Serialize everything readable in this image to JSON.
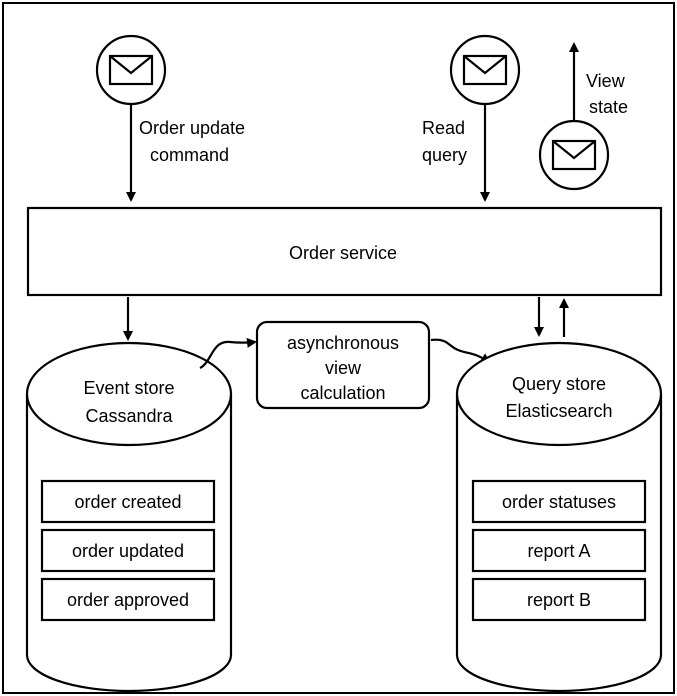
{
  "messages": {
    "command_label_line1": "Order update",
    "command_label_line2": "command",
    "query_label_line1": "Read",
    "query_label_line2": "query",
    "view_state_line1": "View",
    "view_state_line2": "state"
  },
  "service": {
    "label": "Order service"
  },
  "event_store": {
    "title_line1": "Event store",
    "title_line2": "Cassandra",
    "items": [
      "order created",
      "order updated",
      "order approved"
    ]
  },
  "view_calc": {
    "line1": "asynchronous",
    "line2": "view",
    "line3": "calculation"
  },
  "query_store": {
    "title_line1": "Query store",
    "title_line2": "Elasticsearch",
    "items": [
      "order statuses",
      "report A",
      "report B"
    ]
  }
}
